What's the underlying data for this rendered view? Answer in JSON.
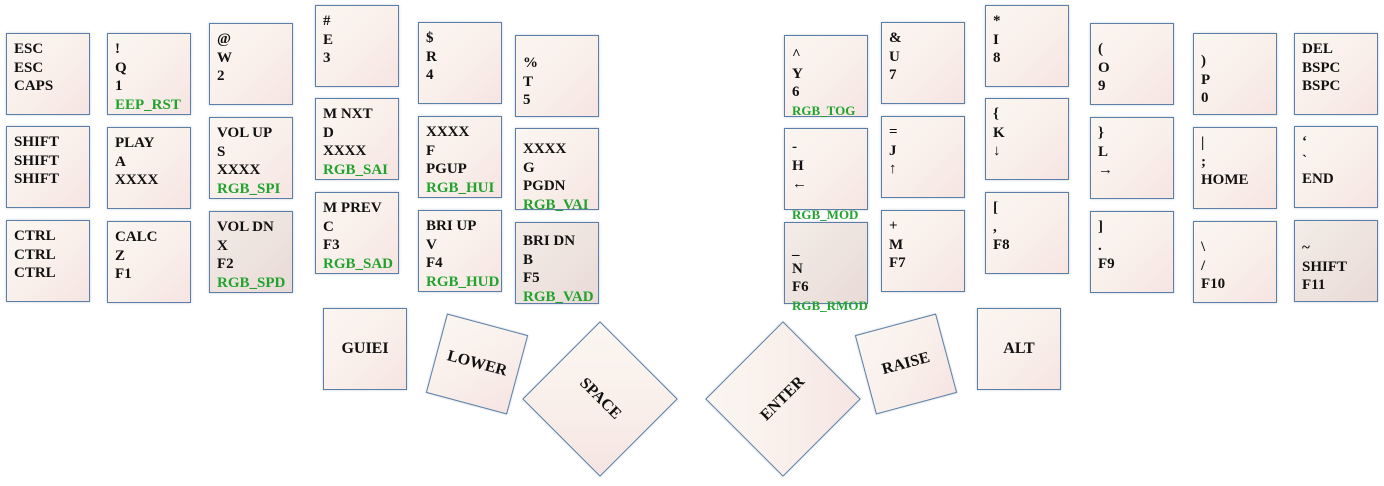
{
  "left_keys": [
    {
      "id": "l00",
      "lines": [
        "ESC",
        "ESC",
        "CAPS"
      ],
      "rgb": ""
    },
    {
      "id": "l01",
      "lines": [
        "!",
        "Q",
        "1"
      ],
      "rgb": "EEP_RST"
    },
    {
      "id": "l02",
      "lines": [
        "@",
        "W",
        "2"
      ],
      "rgb": ""
    },
    {
      "id": "l03",
      "lines": [
        "#",
        "E",
        "3"
      ],
      "rgb": ""
    },
    {
      "id": "l04",
      "lines": [
        "$",
        "R",
        "4"
      ],
      "rgb": ""
    },
    {
      "id": "l05",
      "lines": [
        "%",
        "T",
        "5"
      ],
      "rgb": ""
    },
    {
      "id": "l10",
      "lines": [
        "SHIFT",
        "SHIFT",
        "SHIFT"
      ],
      "rgb": ""
    },
    {
      "id": "l11",
      "lines": [
        "PLAY",
        "A",
        "XXXX"
      ],
      "rgb": ""
    },
    {
      "id": "l12",
      "lines": [
        "VOL UP",
        "S",
        "XXXX"
      ],
      "rgb": "RGB_SPI"
    },
    {
      "id": "l13",
      "lines": [
        "M NXT",
        "D",
        "XXXX"
      ],
      "rgb": "RGB_SAI"
    },
    {
      "id": "l14",
      "lines": [
        "XXXX",
        "F",
        "PGUP"
      ],
      "rgb": "RGB_HUI"
    },
    {
      "id": "l15",
      "lines": [
        "XXXX",
        "G",
        "PGDN"
      ],
      "rgb": "RGB_VAI"
    },
    {
      "id": "l20",
      "lines": [
        "CTRL",
        "CTRL",
        "CTRL"
      ],
      "rgb": ""
    },
    {
      "id": "l21",
      "lines": [
        "CALC",
        "Z",
        "F1"
      ],
      "rgb": ""
    },
    {
      "id": "l22",
      "lines": [
        "VOL DN",
        "X",
        "F2"
      ],
      "rgb": "RGB_SPD"
    },
    {
      "id": "l23",
      "lines": [
        "M PREV",
        "C",
        "F3"
      ],
      "rgb": "RGB_SAD"
    },
    {
      "id": "l24",
      "lines": [
        "BRI UP",
        "V",
        "F4"
      ],
      "rgb": "RGB_HUD"
    },
    {
      "id": "l25",
      "lines": [
        "BRI DN",
        "B",
        "F5"
      ],
      "rgb": "RGB_VAD"
    }
  ],
  "right_keys": [
    {
      "id": "r00",
      "lines": [
        "^",
        "Y",
        "6"
      ],
      "rgb": "RGB_TOG"
    },
    {
      "id": "r01",
      "lines": [
        "&",
        "U",
        "7"
      ],
      "rgb": ""
    },
    {
      "id": "r02",
      "lines": [
        "*",
        "I",
        "8"
      ],
      "rgb": ""
    },
    {
      "id": "r03",
      "lines": [
        "(",
        "O",
        "9"
      ],
      "rgb": ""
    },
    {
      "id": "r04",
      "lines": [
        ")",
        "P",
        "0"
      ],
      "rgb": ""
    },
    {
      "id": "r05",
      "lines": [
        "DEL",
        "BSPC",
        "BSPC"
      ],
      "rgb": ""
    },
    {
      "id": "r10",
      "lines": [
        "-",
        "H",
        "←"
      ],
      "rgb": "RGB_MOD"
    },
    {
      "id": "r11",
      "lines": [
        "=",
        "J",
        "↑"
      ],
      "rgb": ""
    },
    {
      "id": "r12",
      "lines": [
        "{",
        "K",
        "↓"
      ],
      "rgb": ""
    },
    {
      "id": "r13",
      "lines": [
        "}",
        "L",
        "→"
      ],
      "rgb": ""
    },
    {
      "id": "r14",
      "lines": [
        "|",
        ";",
        "HOME"
      ],
      "rgb": ""
    },
    {
      "id": "r15",
      "lines": [
        "‘",
        "`",
        "END"
      ],
      "rgb": ""
    },
    {
      "id": "r20",
      "lines": [
        "_",
        "N",
        "F6"
      ],
      "rgb": "RGB_RMOD"
    },
    {
      "id": "r21",
      "lines": [
        "+",
        "M",
        "F7"
      ],
      "rgb": ""
    },
    {
      "id": "r22",
      "lines": [
        "[",
        ",",
        "F8"
      ],
      "rgb": ""
    },
    {
      "id": "r23",
      "lines": [
        "]",
        ".",
        "F9"
      ],
      "rgb": ""
    },
    {
      "id": "r24",
      "lines": [
        "\\",
        "/",
        "F10"
      ],
      "rgb": ""
    },
    {
      "id": "r25",
      "lines": [
        "~",
        "SHIFT",
        "F11"
      ],
      "rgb": ""
    }
  ],
  "thumb_keys": [
    {
      "id": "t0",
      "label": "GUIEI"
    },
    {
      "id": "t1",
      "label": "LOWER"
    },
    {
      "id": "t2",
      "label": "SPACE"
    },
    {
      "id": "t3",
      "label": "ENTER"
    },
    {
      "id": "t4",
      "label": "RAISE"
    },
    {
      "id": "t5",
      "label": "ALT"
    }
  ],
  "colors": {
    "rgb_label": "#22a32f",
    "key_border": "#5b7fa6"
  }
}
